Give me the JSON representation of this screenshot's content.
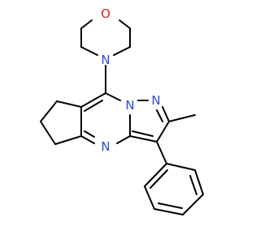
{
  "colors": {
    "background": "#ffffff",
    "bond": "#000000",
    "nitrogen": "#2b4bd6",
    "oxygen": "#d21f1f"
  },
  "atoms": {
    "morpholine_o": {
      "label": "O",
      "element": "O"
    },
    "morpholine_n": {
      "label": "N",
      "element": "N"
    },
    "pyrazole_n1": {
      "label": "N",
      "element": "N"
    },
    "pyrazole_n2": {
      "label": "N",
      "element": "N"
    },
    "pyrimidine_n": {
      "label": "N",
      "element": "N"
    }
  }
}
